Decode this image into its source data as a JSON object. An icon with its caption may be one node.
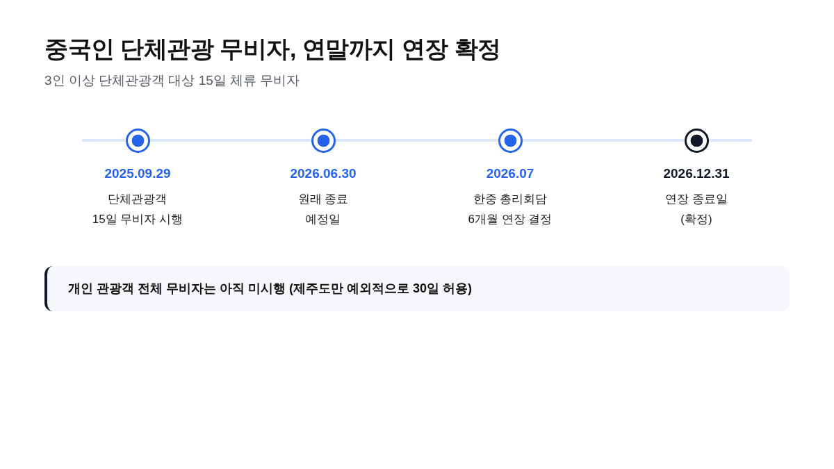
{
  "diagram": {
    "title": "중국인 단체관광 무비자, 연말까지 연장 확정",
    "nodes": [
      {
        "text": [],
        "shape": "circle",
        "beside": [
          "2025.09.29",
          "단체관광객 15일 무비자 시행"
        ]
      },
      {
        "text": [],
        "shape": "circle",
        "beside": [
          "2026.06.30",
          "원래 종료 예정일"
        ]
      },
      {
        "text": [],
        "shape": "circle",
        "beside": [
          "2026.07",
          "한중 총리회담 6개월 연장 결정"
        ]
      },
      {
        "text": [],
        "shape": "circle",
        "beside": [
          "2026.12.31",
          "연장 종료일 (확정)"
        ]
      },
      {
        "text": [
          "개인 관광객 전체 무비자는 아직 미시행 (제주도만 예외적으로 30일 허용)"
        ]
      }
    ],
    "edges": [
      {
        "from": 0,
        "to": 1,
        "arrow": "none"
      },
      {
        "from": 1,
        "to": 2,
        "arrow": "none"
      },
      {
        "from": 2,
        "to": 3,
        "arrow": "none"
      }
    ],
    "labels": [
      "3인 이상 단체관광객 대상 15일 체류 무비자"
    ]
  }
}
